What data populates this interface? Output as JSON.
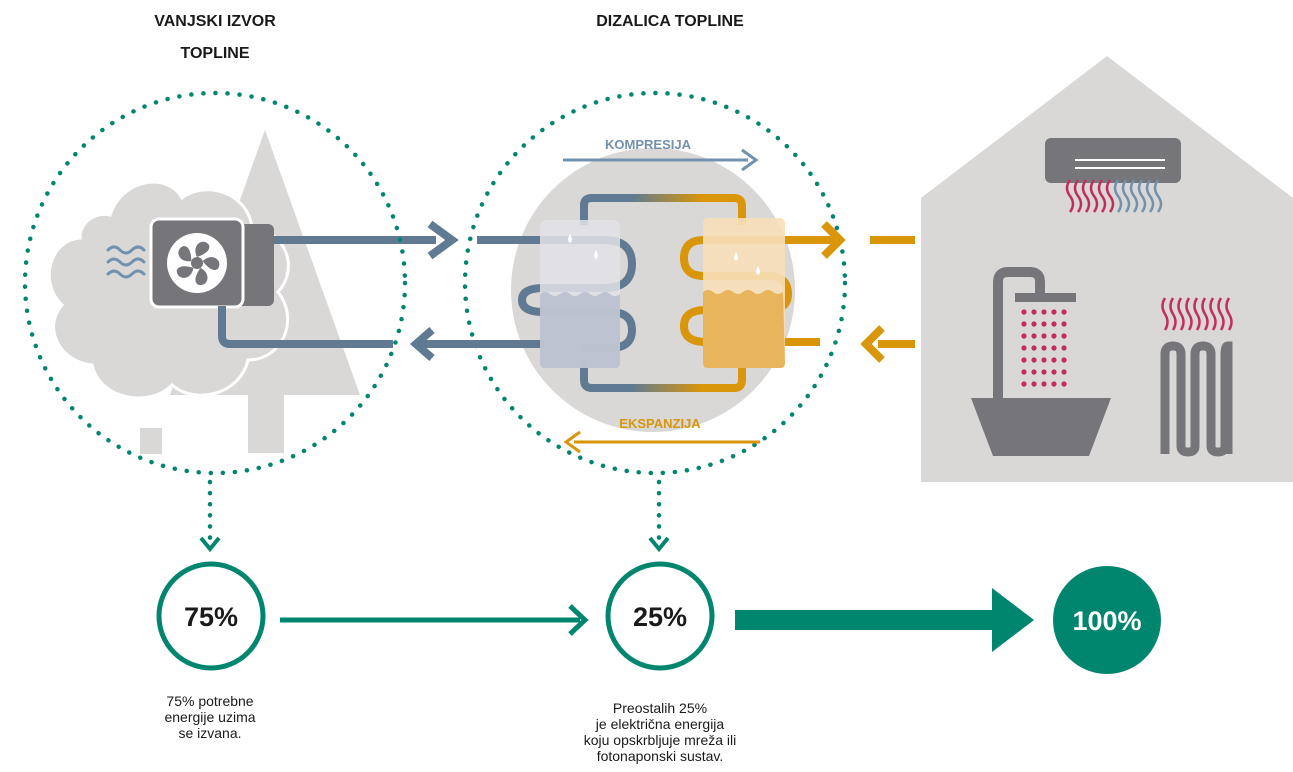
{
  "titles": {
    "source": "VANJSKI IZVOR TOPLINE",
    "source_line1": "VANJSKI IZVOR",
    "source_line2": "TOPLINE",
    "pump": "DIZALICA TOPLINE"
  },
  "labels": {
    "compression": "KOMPRESIJA",
    "expansion": "EKSPANZIJA"
  },
  "percentages": {
    "source": "75%",
    "electric": "25%",
    "total": "100%"
  },
  "captions": {
    "source": [
      "75% potrebne",
      "energije uzima",
      "se izvana."
    ],
    "electric": [
      "Preostalih 25%",
      "je električna energija",
      "koju opskrbljuje mreža ili",
      "fotonaponski sustav."
    ]
  },
  "colors": {
    "teal": "#00866f",
    "blue_grey": "#5f7a92",
    "orange": "#d9960a",
    "grey": "#d9d8d7",
    "dark_grey": "#76767a",
    "magenta": "#c32c5b",
    "steel": "#7390ad"
  }
}
